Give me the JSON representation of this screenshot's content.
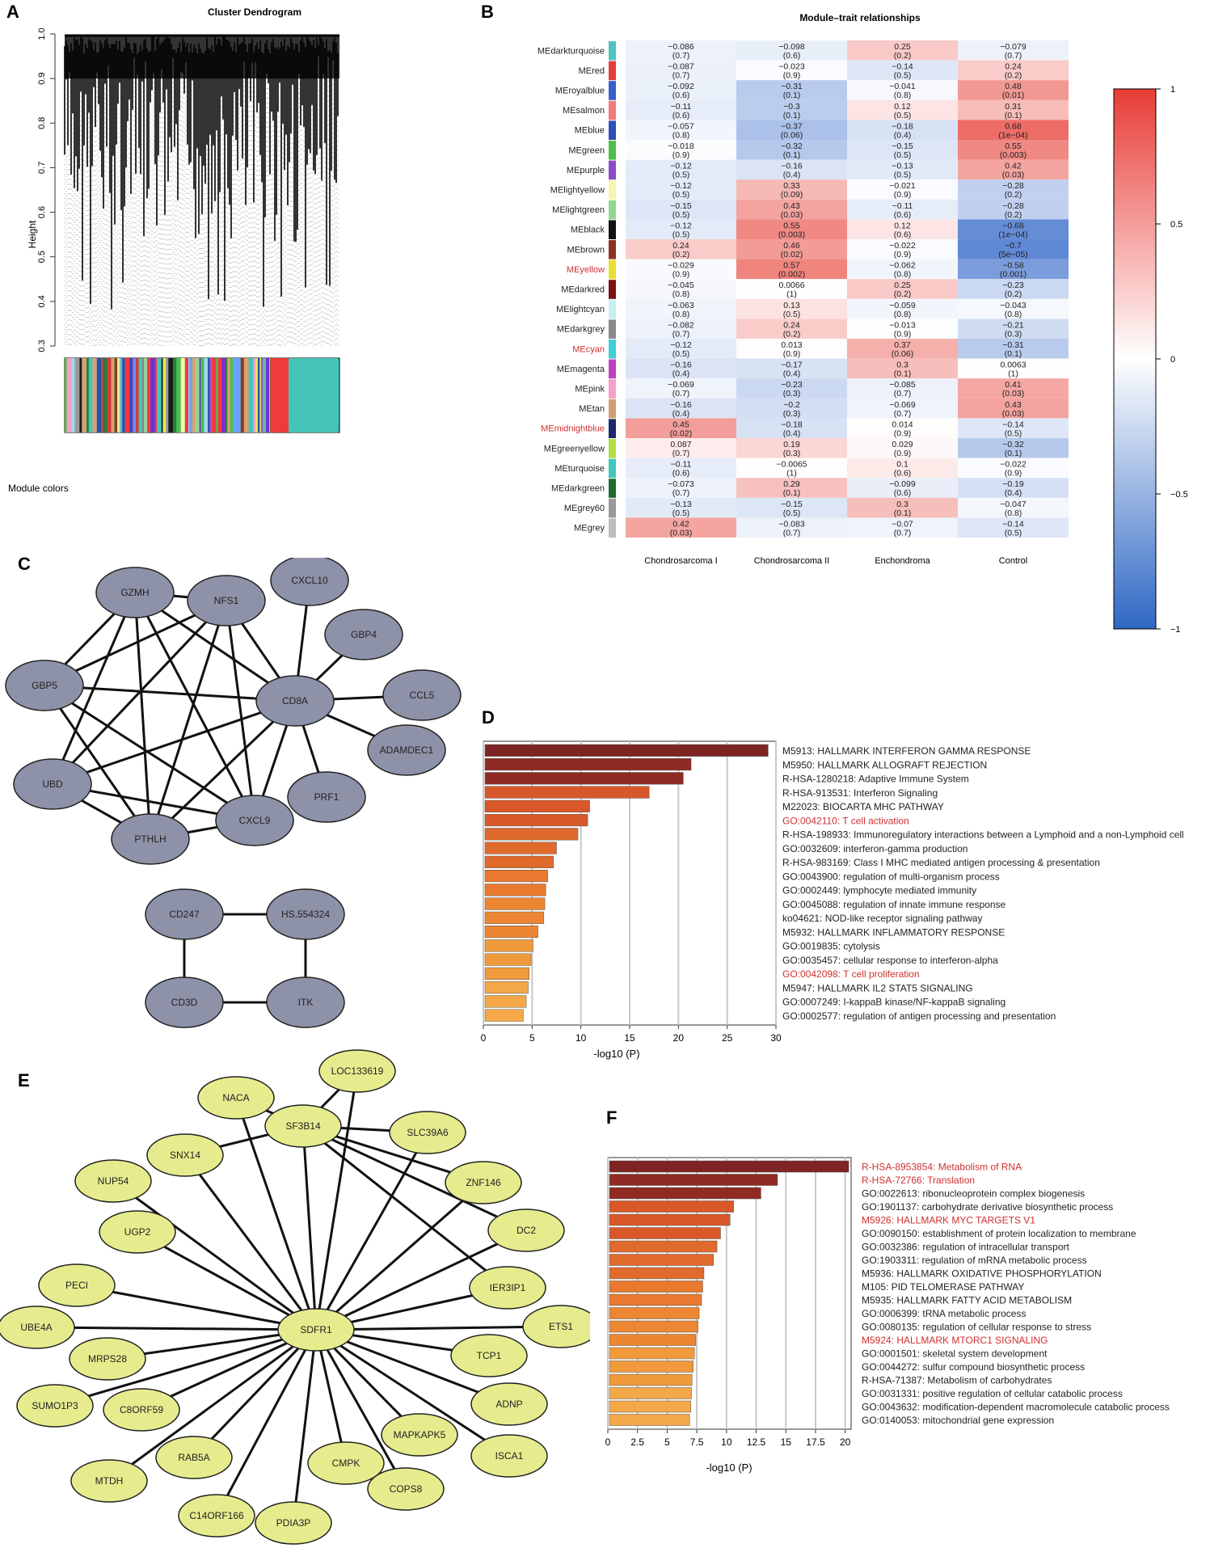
{
  "panel_letters": [
    "A",
    "B",
    "C",
    "D",
    "E",
    "F"
  ],
  "panel_a": {
    "title": "Cluster Dendrogram",
    "ylabel": "Height",
    "yticks": [
      "0.3",
      "0.4",
      "0.5",
      "0.6",
      "0.7",
      "0.8",
      "0.9",
      "1.0"
    ],
    "colorbar_label": "Module colors",
    "colors": [
      "#3cc9c0",
      "#f4e64c",
      "#7a2bd6",
      "#2a50b8",
      "#4cc048",
      "#a0d8f0",
      "#d43a3a",
      "#ff9ec4",
      "#9a9a9a",
      "#1a1a1a",
      "#8b3d14",
      "#f8f8a8",
      "#2c7a3a",
      "#6aa0ff",
      "#d8a070",
      "#1c2470",
      "#9ad09a",
      "#c24ad8",
      "#ef3b3b",
      "#3ec8c4"
    ]
  },
  "chart_data": [
    {
      "type": "heatmap",
      "title": "Module–trait relationships",
      "columns": [
        "Chondrosarcoma I",
        "Chondrosarcoma II",
        "Enchondroma",
        "Control"
      ],
      "colorbar_ticks": [
        "1",
        "0.5",
        "0",
        "−0.5",
        "−1"
      ],
      "range": [
        -1,
        1
      ],
      "highlight_color": "#d03030",
      "rows": [
        {
          "name": "MEdarkturquoise",
          "color": "#4fc4c0",
          "hl": false,
          "v": [
            "−0.086",
            "−0.098",
            "0.25",
            "−0.079"
          ],
          "p": [
            "(0.7)",
            "(0.6)",
            "(0.2)",
            "(0.7)"
          ]
        },
        {
          "name": "MEred",
          "color": "#e83c3c",
          "hl": false,
          "v": [
            "−0.087",
            "−0.023",
            "−0.14",
            "0.24"
          ],
          "p": [
            "(0.7)",
            "(0.9)",
            "(0.5)",
            "(0.2)"
          ]
        },
        {
          "name": "MEroyalblue",
          "color": "#3a5fc8",
          "hl": false,
          "v": [
            "−0.092",
            "−0.31",
            "−0.041",
            "0.48"
          ],
          "p": [
            "(0.6)",
            "(0.1)",
            "(0.8)",
            "(0.01)"
          ]
        },
        {
          "name": "MEsalmon",
          "color": "#f27a7a",
          "hl": false,
          "v": [
            "−0.11",
            "−0.3",
            "0.12",
            "0.31"
          ],
          "p": [
            "(0.6)",
            "(0.1)",
            "(0.5)",
            "(0.1)"
          ]
        },
        {
          "name": "MEblue",
          "color": "#2d4fb8",
          "hl": false,
          "v": [
            "−0.057",
            "−0.37",
            "−0.18",
            "0.68"
          ],
          "p": [
            "(0.8)",
            "(0.06)",
            "(0.4)",
            "(1e−04)"
          ]
        },
        {
          "name": "MEgreen",
          "color": "#4cc048",
          "hl": false,
          "v": [
            "−0.018",
            "−0.32",
            "−0.15",
            "0.55"
          ],
          "p": [
            "(0.9)",
            "(0.1)",
            "(0.5)",
            "(0.003)"
          ]
        },
        {
          "name": "MEpurple",
          "color": "#8a4cc8",
          "hl": false,
          "v": [
            "−0.12",
            "−0.16",
            "−0.13",
            "0.42"
          ],
          "p": [
            "(0.5)",
            "(0.4)",
            "(0.5)",
            "(0.03)"
          ]
        },
        {
          "name": "MElightyellow",
          "color": "#f8f4b0",
          "hl": false,
          "v": [
            "−0.12",
            "0.33",
            "−0.021",
            "−0.28"
          ],
          "p": [
            "(0.5)",
            "(0.09)",
            "(0.9)",
            "(0.2)"
          ]
        },
        {
          "name": "MElightgreen",
          "color": "#90d890",
          "hl": false,
          "v": [
            "−0.15",
            "0.43",
            "−0.11",
            "−0.28"
          ],
          "p": [
            "(0.5)",
            "(0.03)",
            "(0.6)",
            "(0.2)"
          ]
        },
        {
          "name": "MEblack",
          "color": "#111111",
          "hl": false,
          "v": [
            "−0.12",
            "0.55",
            "0.12",
            "−0.68"
          ],
          "p": [
            "(0.5)",
            "(0.003)",
            "(0.6)",
            "(1e−04)"
          ]
        },
        {
          "name": "MEbrown",
          "color": "#8b3420",
          "hl": false,
          "v": [
            "0.24",
            "0.46",
            "−0.022",
            "−0.7"
          ],
          "p": [
            "(0.2)",
            "(0.02)",
            "(0.9)",
            "(5e−05)"
          ]
        },
        {
          "name": "MEyellow",
          "color": "#e8e030",
          "hl": true,
          "v": [
            "−0.029",
            "0.57",
            "−0.062",
            "−0.58"
          ],
          "p": [
            "(0.9)",
            "(0.002)",
            "(0.8)",
            "(0.001)"
          ]
        },
        {
          "name": "MEdarkred",
          "color": "#7a1414",
          "hl": false,
          "v": [
            "−0.045",
            "0.0066",
            "0.25",
            "−0.23"
          ],
          "p": [
            "(0.8)",
            "(1)",
            "(0.2)",
            "(0.2)"
          ]
        },
        {
          "name": "MElightcyan",
          "color": "#c8f0f0",
          "hl": false,
          "v": [
            "−0.063",
            "0.13",
            "−0.059",
            "−0.043"
          ],
          "p": [
            "(0.8)",
            "(0.5)",
            "(0.8)",
            "(0.8)"
          ]
        },
        {
          "name": "MEdarkgrey",
          "color": "#8a8a8a",
          "hl": false,
          "v": [
            "−0.082",
            "0.24",
            "−0.013",
            "−0.21"
          ],
          "p": [
            "(0.7)",
            "(0.2)",
            "(0.9)",
            "(0.3)"
          ]
        },
        {
          "name": "MEcyan",
          "color": "#40d0d8",
          "hl": true,
          "v": [
            "−0.12",
            "0.013",
            "0.37",
            "−0.31"
          ],
          "p": [
            "(0.5)",
            "(0.9)",
            "(0.06)",
            "(0.1)"
          ]
        },
        {
          "name": "MEmagenta",
          "color": "#c040c0",
          "hl": false,
          "v": [
            "−0.16",
            "−0.17",
            "0.3",
            "0.0063"
          ],
          "p": [
            "(0.4)",
            "(0.4)",
            "(0.1)",
            "(1)"
          ]
        },
        {
          "name": "MEpink",
          "color": "#f8a0c8",
          "hl": false,
          "v": [
            "−0.069",
            "−0.23",
            "−0.085",
            "0.41"
          ],
          "p": [
            "(0.7)",
            "(0.3)",
            "(0.7)",
            "(0.03)"
          ]
        },
        {
          "name": "MEtan",
          "color": "#d0a070",
          "hl": false,
          "v": [
            "−0.16",
            "−0.2",
            "−0.069",
            "0.43"
          ],
          "p": [
            "(0.4)",
            "(0.3)",
            "(0.7)",
            "(0.03)"
          ]
        },
        {
          "name": "MEmidnightblue",
          "color": "#1a2a6a",
          "hl": true,
          "v": [
            "0.45",
            "−0.18",
            "0.014",
            "−0.14"
          ],
          "p": [
            "(0.02)",
            "(0.4)",
            "(0.9)",
            "(0.5)"
          ]
        },
        {
          "name": "MEgreenyellow",
          "color": "#b0e040",
          "hl": false,
          "v": [
            "0.087",
            "0.19",
            "0.029",
            "−0.32"
          ],
          "p": [
            "(0.7)",
            "(0.3)",
            "(0.9)",
            "(0.1)"
          ]
        },
        {
          "name": "MEturquoise",
          "color": "#40c8c0",
          "hl": false,
          "v": [
            "−0.11",
            "−0.0065",
            "0.1",
            "−0.022"
          ],
          "p": [
            "(0.6)",
            "(1)",
            "(0.6)",
            "(0.9)"
          ]
        },
        {
          "name": "MEdarkgreen",
          "color": "#1e6a30",
          "hl": false,
          "v": [
            "−0.073",
            "0.29",
            "−0.099",
            "−0.19"
          ],
          "p": [
            "(0.7)",
            "(0.1)",
            "(0.6)",
            "(0.4)"
          ]
        },
        {
          "name": "MEgrey60",
          "color": "#999999",
          "hl": false,
          "v": [
            "−0.13",
            "−0.15",
            "0.3",
            "−0.047"
          ],
          "p": [
            "(0.5)",
            "(0.5)",
            "(0.1)",
            "(0.8)"
          ]
        },
        {
          "name": "MEgrey",
          "color": "#bdbdbd",
          "hl": false,
          "v": [
            "0.42",
            "−0.083",
            "−0.07",
            "−0.14"
          ],
          "p": [
            "(0.03)",
            "(0.7)",
            "(0.7)",
            "(0.5)"
          ]
        }
      ]
    },
    {
      "type": "bar",
      "orientation": "horizontal",
      "xlabel": "-log10 (P)",
      "xlim": [
        0,
        30
      ],
      "xticks": [
        0,
        5,
        10,
        15,
        20,
        25,
        30
      ],
      "categories": [
        {
          "label": "M5913: HALLMARK INTERFERON GAMMA RESPONSE",
          "value": 29.2,
          "hl": false
        },
        {
          "label": "M5950: HALLMARK ALLOGRAFT REJECTION",
          "value": 21.3,
          "hl": false
        },
        {
          "label": "R-HSA-1280218: Adaptive Immune System",
          "value": 20.5,
          "hl": false
        },
        {
          "label": "R-HSA-913531: Interferon Signaling",
          "value": 17.0,
          "hl": false
        },
        {
          "label": "M22023: BIOCARTA MHC PATHWAY",
          "value": 10.9,
          "hl": false
        },
        {
          "label": "GO:0042110: T cell activation",
          "value": 10.7,
          "hl": true
        },
        {
          "label": "R-HSA-198933: Immunoregulatory interactions between a Lymphoid and a non-Lymphoid cell",
          "value": 9.7,
          "hl": false
        },
        {
          "label": "GO:0032609: interferon-gamma production",
          "value": 7.5,
          "hl": false
        },
        {
          "label": "R-HSA-983169: Class I MHC mediated antigen processing & presentation",
          "value": 7.2,
          "hl": false
        },
        {
          "label": "GO:0043900: regulation of multi-organism process",
          "value": 6.6,
          "hl": false
        },
        {
          "label": "GO:0002449: lymphocyte mediated immunity",
          "value": 6.4,
          "hl": false
        },
        {
          "label": "GO:0045088: regulation of innate immune response",
          "value": 6.3,
          "hl": false
        },
        {
          "label": "ko04621: NOD-like receptor signaling pathway",
          "value": 6.2,
          "hl": false
        },
        {
          "label": "M5932: HALLMARK INFLAMMATORY RESPONSE",
          "value": 5.6,
          "hl": false
        },
        {
          "label": "GO:0019835: cytolysis",
          "value": 5.1,
          "hl": false
        },
        {
          "label": "GO:0035457: cellular response to interferon-alpha",
          "value": 4.9,
          "hl": false
        },
        {
          "label": "GO:0042098: T cell proliferation",
          "value": 4.7,
          "hl": true
        },
        {
          "label": "M5947: HALLMARK IL2 STAT5 SIGNALING",
          "value": 4.6,
          "hl": false
        },
        {
          "label": "GO:0007249: I-kappaB kinase/NF-kappaB signaling",
          "value": 4.4,
          "hl": false
        },
        {
          "label": "GO:0002577: regulation of antigen processing and presentation",
          "value": 4.1,
          "hl": false
        }
      ]
    },
    {
      "type": "bar",
      "orientation": "horizontal",
      "xlabel": "-log10 (P)",
      "xlim": [
        0,
        20.5
      ],
      "xticks": [
        0,
        2.5,
        5,
        7.5,
        10,
        12.5,
        15,
        17.5,
        20
      ],
      "categories": [
        {
          "label": "R-HSA-8953854: Metabolism of RNA",
          "value": 20.3,
          "hl": true
        },
        {
          "label": "R-HSA-72766: Translation",
          "value": 14.3,
          "hl": true
        },
        {
          "label": "GO:0022613: ribonucleoprotein complex biogenesis",
          "value": 12.9,
          "hl": false
        },
        {
          "label": "GO:1901137: carbohydrate derivative biosynthetic process",
          "value": 10.6,
          "hl": false
        },
        {
          "label": "M5926: HALLMARK MYC TARGETS V1",
          "value": 10.3,
          "hl": true
        },
        {
          "label": "GO:0090150: establishment of protein localization to membrane",
          "value": 9.5,
          "hl": false
        },
        {
          "label": "GO:0032386: regulation of intracellular transport",
          "value": 9.2,
          "hl": false
        },
        {
          "label": "GO:1903311: regulation of mRNA metabolic process",
          "value": 8.9,
          "hl": false
        },
        {
          "label": "M5936: HALLMARK OXIDATIVE PHOSPHORYLATION",
          "value": 8.1,
          "hl": false
        },
        {
          "label": "M105: PID TELOMERASE PATHWAY",
          "value": 8.0,
          "hl": false
        },
        {
          "label": "M5935: HALLMARK FATTY ACID METABOLISM",
          "value": 7.9,
          "hl": false
        },
        {
          "label": "GO:0006399: tRNA metabolic process",
          "value": 7.7,
          "hl": false
        },
        {
          "label": "GO:0080135: regulation of cellular response to stress",
          "value": 7.6,
          "hl": false
        },
        {
          "label": "M5924: HALLMARK MTORC1 SIGNALING",
          "value": 7.4,
          "hl": true
        },
        {
          "label": "GO:0001501: skeletal system development",
          "value": 7.3,
          "hl": false
        },
        {
          "label": "GO:0044272: sulfur compound biosynthetic process",
          "value": 7.2,
          "hl": false
        },
        {
          "label": "R-HSA-71387: Metabolism of carbohydrates",
          "value": 7.1,
          "hl": false
        },
        {
          "label": "GO:0031331: positive regulation of cellular catabolic process",
          "value": 7.05,
          "hl": false
        },
        {
          "label": "GO:0043632: modification-dependent macromolecule catabolic process",
          "value": 7.0,
          "hl": false
        },
        {
          "label": "GO:0140053: mitochondrial gene expression",
          "value": 6.9,
          "hl": false
        }
      ]
    }
  ],
  "network_c": {
    "node_color": "#8e92a8",
    "nodes": [
      "GZMH",
      "NFS1",
      "CXCL10",
      "GBP4",
      "GBP5",
      "CD8A",
      "CCL5",
      "ADAMDEC1",
      "UBD",
      "PRF1",
      "CXCL9",
      "PTHLH",
      "CD247",
      "HS.554324",
      "CD3D",
      "ITK"
    ],
    "edges": [
      [
        "GZMH",
        "NFS1"
      ],
      [
        "GZMH",
        "GBP5"
      ],
      [
        "GZMH",
        "CD8A"
      ],
      [
        "GZMH",
        "UBD"
      ],
      [
        "GZMH",
        "PTHLH"
      ],
      [
        "GZMH",
        "CXCL9"
      ],
      [
        "NFS1",
        "GBP5"
      ],
      [
        "NFS1",
        "CD8A"
      ],
      [
        "NFS1",
        "UBD"
      ],
      [
        "NFS1",
        "PTHLH"
      ],
      [
        "NFS1",
        "CXCL9"
      ],
      [
        "GBP5",
        "CD8A"
      ],
      [
        "GBP5",
        "CXCL9"
      ],
      [
        "GBP5",
        "PTHLH"
      ],
      [
        "CD8A",
        "CXCL10"
      ],
      [
        "CD8A",
        "GBP4"
      ],
      [
        "CD8A",
        "CCL5"
      ],
      [
        "CD8A",
        "ADAMDEC1"
      ],
      [
        "CD8A",
        "PRF1"
      ],
      [
        "CD8A",
        "UBD"
      ],
      [
        "CD8A",
        "CXCL9"
      ],
      [
        "CD8A",
        "PTHLH"
      ],
      [
        "UBD",
        "CXCL9"
      ],
      [
        "UBD",
        "PTHLH"
      ],
      [
        "PTHLH",
        "CXCL9"
      ],
      [
        "CD247",
        "HS.554324"
      ],
      [
        "CD247",
        "CD3D"
      ],
      [
        "HS.554324",
        "ITK"
      ],
      [
        "CD3D",
        "ITK"
      ]
    ]
  },
  "network_e": {
    "node_color": "#e6ec8e",
    "hub": "SDFR1",
    "secondary_hub": "SF3B14",
    "nodes": [
      "LOC133619",
      "NACA",
      "SF3B14",
      "SLC39A6",
      "SNX14",
      "NUP54",
      "ZNF146",
      "DC2",
      "UGP2",
      "PECI",
      "IER3IP1",
      "ETS1",
      "UBE4A",
      "SDFR1",
      "TCP1",
      "MRPS28",
      "ADNP",
      "SUMO1P3",
      "C8ORF59",
      "MAPKAPK5",
      "ISCA1",
      "RAB5A",
      "CMPK",
      "MTDH",
      "COPS8",
      "C14ORF166",
      "PDIA3P"
    ],
    "sf3b14_edges": [
      "LOC133619",
      "NACA",
      "SLC39A6",
      "SNX14",
      "ZNF146",
      "DC2",
      "IER3IP1"
    ]
  }
}
